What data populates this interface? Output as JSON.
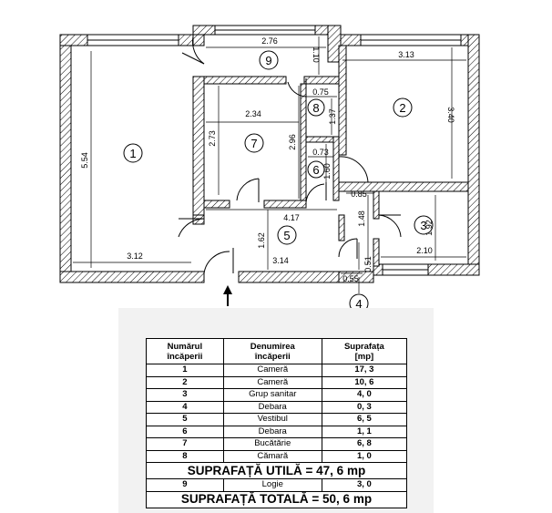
{
  "plan": {
    "rooms": [
      {
        "num": "1",
        "dims": [
          "5.54",
          "3.12"
        ]
      },
      {
        "num": "2",
        "dims": [
          "3.13",
          "3.40"
        ]
      },
      {
        "num": "3",
        "dims": [
          "1.92",
          "2.10"
        ]
      },
      {
        "num": "4",
        "dims": [
          "0.51",
          "0.55"
        ]
      },
      {
        "num": "5",
        "dims": [
          "4.17",
          "1.62",
          "3.14",
          "1.48",
          "0.85"
        ]
      },
      {
        "num": "6",
        "dims": [
          "0.73",
          "1.60"
        ]
      },
      {
        "num": "7",
        "dims": [
          "2.34",
          "2.73",
          "2.96"
        ]
      },
      {
        "num": "8",
        "dims": [
          "0.75",
          "1.37"
        ]
      },
      {
        "num": "9",
        "dims": [
          "2.76",
          "1.10"
        ]
      }
    ]
  },
  "table": {
    "headers": [
      "Numărul\nîncăperii",
      "Denumirea\nîncăperii",
      "Suprafața\n[mp]"
    ],
    "rows": [
      {
        "num": "1",
        "name": "Cameră",
        "area": "17, 3"
      },
      {
        "num": "2",
        "name": "Cameră",
        "area": "10, 6"
      },
      {
        "num": "3",
        "name": "Grup sanitar",
        "area": "4, 0"
      },
      {
        "num": "4",
        "name": "Debara",
        "area": "0, 3"
      },
      {
        "num": "5",
        "name": "Vestibul",
        "area": "6, 5"
      },
      {
        "num": "6",
        "name": "Debara",
        "area": "1, 1"
      },
      {
        "num": "7",
        "name": "Bucătărie",
        "area": "6, 8"
      },
      {
        "num": "8",
        "name": "Cămară",
        "area": "1, 0"
      }
    ],
    "util_total": "SUPRAFAȚĂ UTILĂ = 47, 6 mp",
    "extra_row": {
      "num": "9",
      "name": "Logie",
      "area": "3, 0"
    },
    "grand_total": "SUPRAFAȚĂ TOTALĂ = 50, 6 mp"
  }
}
